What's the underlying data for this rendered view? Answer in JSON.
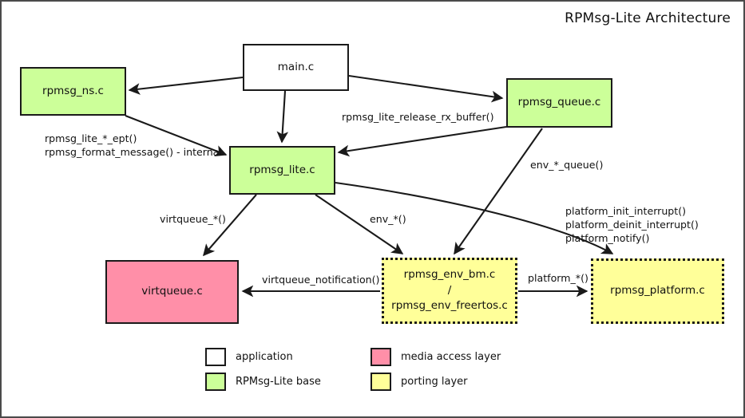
{
  "title": "RPMsg-Lite Architecture",
  "colors": {
    "application": "#ffffff",
    "rpmsg_lite_base": "#ccff99",
    "media_access_layer": "#ff8fa8",
    "porting_layer": "#ffff99",
    "stroke": "#1a1a1a",
    "frame": "#4a4a4a",
    "text": "#111111"
  },
  "nodes": {
    "rpmsg_ns": {
      "label": "rpmsg_ns.c",
      "category": "RPMsg-Lite base"
    },
    "main": {
      "label": "main.c",
      "category": "application"
    },
    "rpmsg_queue": {
      "label": "rpmsg_queue.c",
      "category": "RPMsg-Lite base"
    },
    "rpmsg_lite": {
      "label": "rpmsg_lite.c",
      "category": "RPMsg-Lite base"
    },
    "virtqueue": {
      "label": "virtqueue.c",
      "category": "media access layer"
    },
    "rpmsg_env": {
      "label": "rpmsg_env_bm.c\n/\nrpmsg_env_freertos.c",
      "category": "porting layer"
    },
    "rpmsg_platform": {
      "label": "rpmsg_platform.c",
      "category": "porting layer"
    }
  },
  "edge_labels": {
    "ns_to_lite": "rpmsg_lite_*_ept()\nrpmsg_format_message() - internal",
    "queue_to_lite": "rpmsg_lite_release_rx_buffer()",
    "queue_to_env": "env_*_queue()",
    "lite_to_virtqueue": "virtqueue_*()",
    "lite_to_env": "env_*()",
    "lite_to_platform": "platform_init_interrupt()\nplatform_deinit_interrupt()\nplatform_notify()",
    "env_to_virtqueue": "virtqueue_notification()",
    "env_to_platform": "platform_*()"
  },
  "legend": {
    "items": [
      {
        "label": "application",
        "color": "#ffffff"
      },
      {
        "label": "RPMsg-Lite base",
        "color": "#ccff99"
      },
      {
        "label": "media access layer",
        "color": "#ff8fa8"
      },
      {
        "label": "porting layer",
        "color": "#ffff99"
      }
    ]
  }
}
